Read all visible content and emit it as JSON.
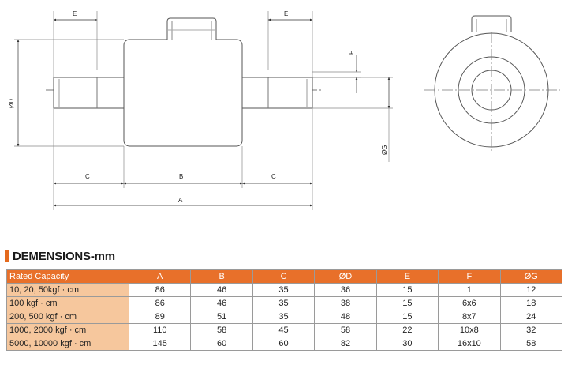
{
  "drawing": {
    "labels": {
      "e_left": "E",
      "e_right": "E",
      "f": "F",
      "od": "ØD",
      "og": "ØG",
      "c_left": "C",
      "b": "B",
      "c_right": "C",
      "a": "A"
    }
  },
  "section": {
    "title": "DEMENSIONS-mm"
  },
  "table": {
    "headers": [
      "Rated Capacity",
      "A",
      "B",
      "C",
      "ØD",
      "E",
      "F",
      "ØG"
    ],
    "rows": [
      [
        "10, 20, 50kgf · cm",
        "86",
        "46",
        "35",
        "36",
        "15",
        "1",
        "12"
      ],
      [
        "100 kgf · cm",
        "86",
        "46",
        "35",
        "38",
        "15",
        "6x6",
        "18"
      ],
      [
        "200, 500 kgf · cm",
        "89",
        "51",
        "35",
        "48",
        "15",
        "8x7",
        "24"
      ],
      [
        "1000, 2000 kgf · cm",
        "110",
        "58",
        "45",
        "58",
        "22",
        "10x8",
        "32"
      ],
      [
        "5000, 10000 kgf · cm",
        "145",
        "60",
        "60",
        "82",
        "30",
        "16x10",
        "58"
      ]
    ]
  },
  "colors": {
    "accent": "#e8702a",
    "capacity_cell": "#f6c79d",
    "line": "#555555"
  }
}
